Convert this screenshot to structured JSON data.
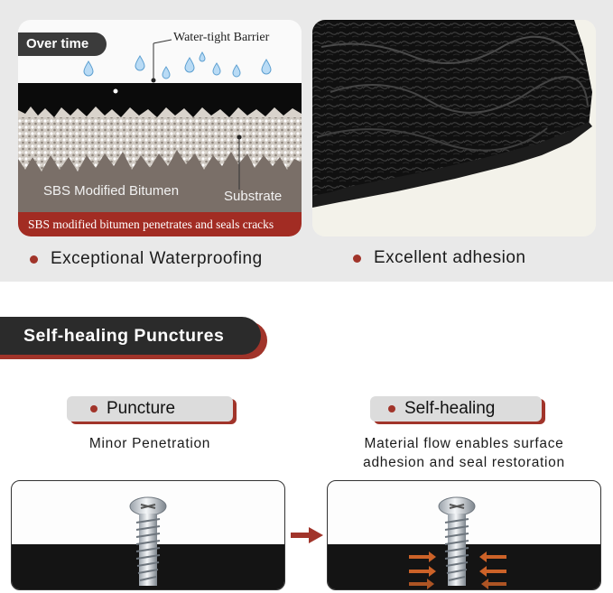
{
  "top": {
    "diagram": {
      "tag": "Over time",
      "barrier_label": "Water-tight Barrier",
      "sbs_label": "SBS Modified Bitumen",
      "substrate_label": "Substrate",
      "banner": "SBS modified bitumen penetrates and seals cracks"
    },
    "captions": {
      "left": "Exceptional Waterproofing",
      "right": "Excellent adhesion"
    }
  },
  "section": {
    "title": "Self-healing Punctures",
    "puncture": {
      "label": "Puncture",
      "desc": "Minor Penetration"
    },
    "healing": {
      "label": "Self-healing",
      "desc_line1": "Material flow enables surface",
      "desc_line2": "adhesion and seal restoration"
    }
  },
  "colors": {
    "accent": "#a1342a",
    "dark": "#2b2b2b",
    "pill": "#dcdcdc",
    "band": "#e9e9e9"
  },
  "icons": {
    "bullet": "bullet-dot-icon",
    "water": "water-drop-icon",
    "screw": "screw-icon",
    "arrow": "arrow-right-icon"
  }
}
